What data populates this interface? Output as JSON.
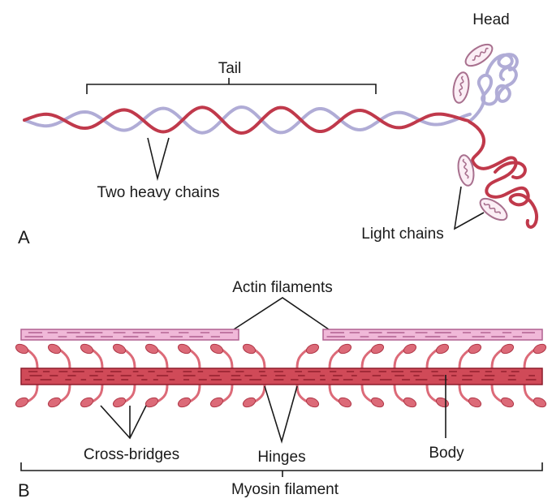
{
  "panel_a": {
    "letter": "A",
    "labels": {
      "head": "Head",
      "tail": "Tail",
      "heavy_chains": "Two heavy chains",
      "light_chains": "Light chains"
    }
  },
  "panel_b": {
    "letter": "B",
    "labels": {
      "actin": "Actin filaments",
      "cross_bridges": "Cross-bridges",
      "hinges": "Hinges",
      "body": "Body",
      "myosin": "Myosin filament"
    }
  },
  "colors": {
    "heavy_chain_red": "#c0394b",
    "heavy_chain_lavender": "#b0acd6",
    "light_chain_outline": "#a8708e",
    "actin_fill": "#f0b8d8",
    "actin_stroke": "#b06090",
    "myosin_fill": "#d04a58",
    "myosin_dash": "#8e1c2c",
    "crossbridge_fill": "#dc6a78"
  }
}
